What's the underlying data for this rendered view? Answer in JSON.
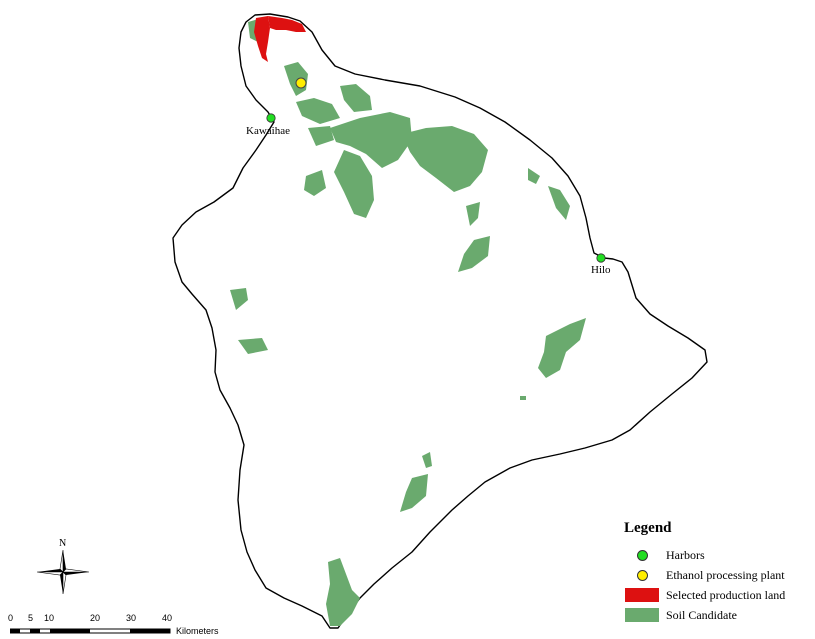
{
  "map": {
    "places": [
      {
        "name": "Kawaihae",
        "type": "harbor"
      },
      {
        "name": "Hilo",
        "type": "harbor"
      }
    ],
    "colors": {
      "harbor": "#22dd22",
      "plant": "#ffee00",
      "selected": "#dd1111",
      "soil": "#6aaa6e",
      "coast": "#000000"
    }
  },
  "legend": {
    "title": "Legend",
    "items": [
      {
        "label": "Harbors",
        "symbol": "circle-green"
      },
      {
        "label": "Ethanol processing plant",
        "symbol": "circle-yellow"
      },
      {
        "label": "Selected production land",
        "symbol": "swatch-red"
      },
      {
        "label": "Soil Candidate",
        "symbol": "swatch-green"
      }
    ]
  },
  "north_arrow": {
    "label": "N",
    "icon": "north-arrow-icon"
  },
  "scale_bar": {
    "ticks": [
      "0",
      "5",
      "10",
      "20",
      "30",
      "40"
    ],
    "unit": "Kilometers"
  }
}
